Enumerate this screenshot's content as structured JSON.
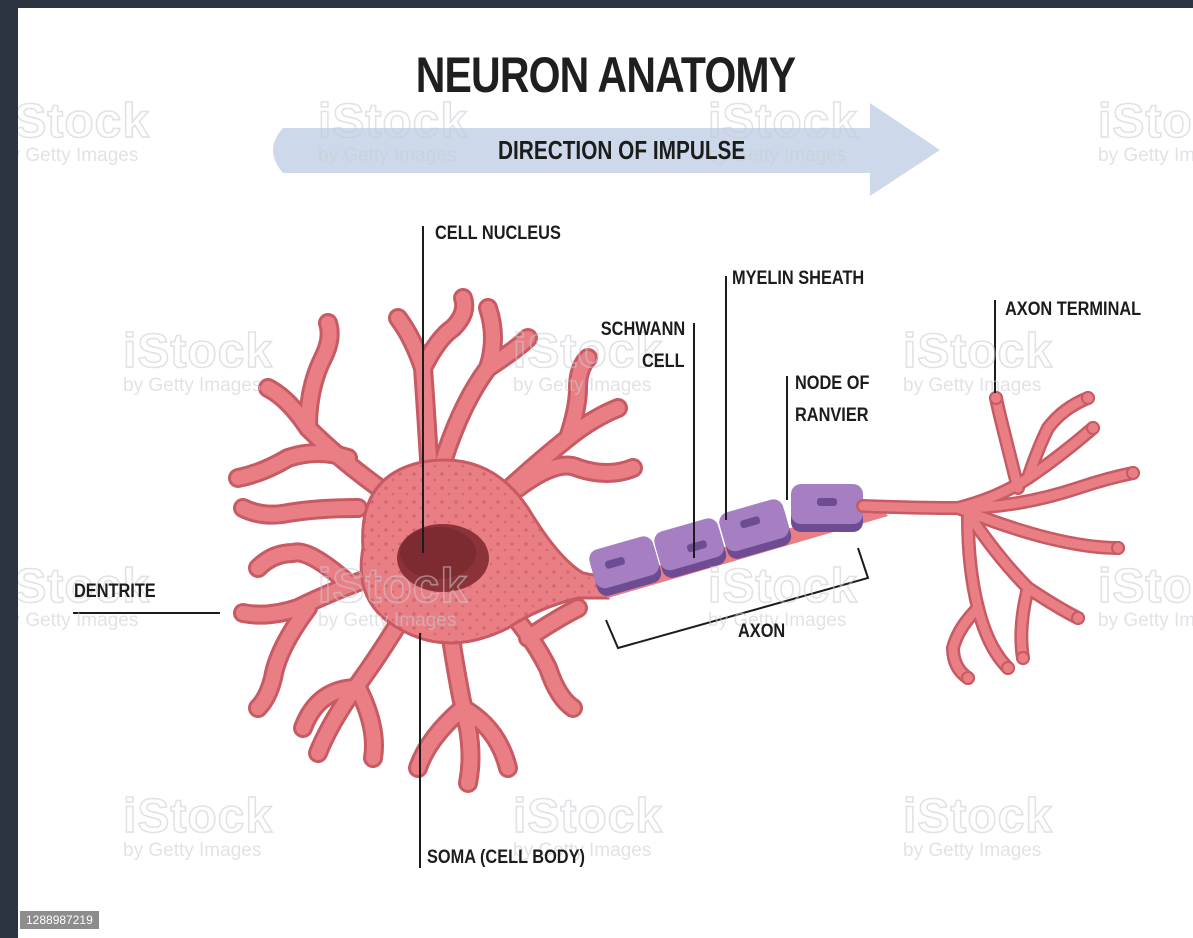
{
  "title": "NEURON ANATOMY",
  "arrow_label": "DIRECTION OF IMPULSE",
  "labels": {
    "cell_nucleus": "CELL NUCLEUS",
    "myelin_sheath": "MYELIN SHEATH",
    "schwann_line1": "SCHWANN",
    "schwann_line2": "CELL",
    "axon_terminal": "AXON TERMINAL",
    "node_line1": "NODE OF",
    "node_line2": "RANVIER",
    "dentrite": "DENTRITE",
    "axon": "AXON",
    "soma": "SOMA (CELL BODY)"
  },
  "watermark": {
    "brand": "iStock",
    "credit": "by Getty Images"
  },
  "image_id": "1288987219",
  "colors": {
    "neuron_fill": "#e97f85",
    "neuron_outline": "#c85a63",
    "nucleus": "#7d2a30",
    "myelin": "#a57fc1",
    "myelin_dark": "#6e4c93",
    "arrow": "#cdd9ea",
    "frame_bg": "#2b3440"
  }
}
